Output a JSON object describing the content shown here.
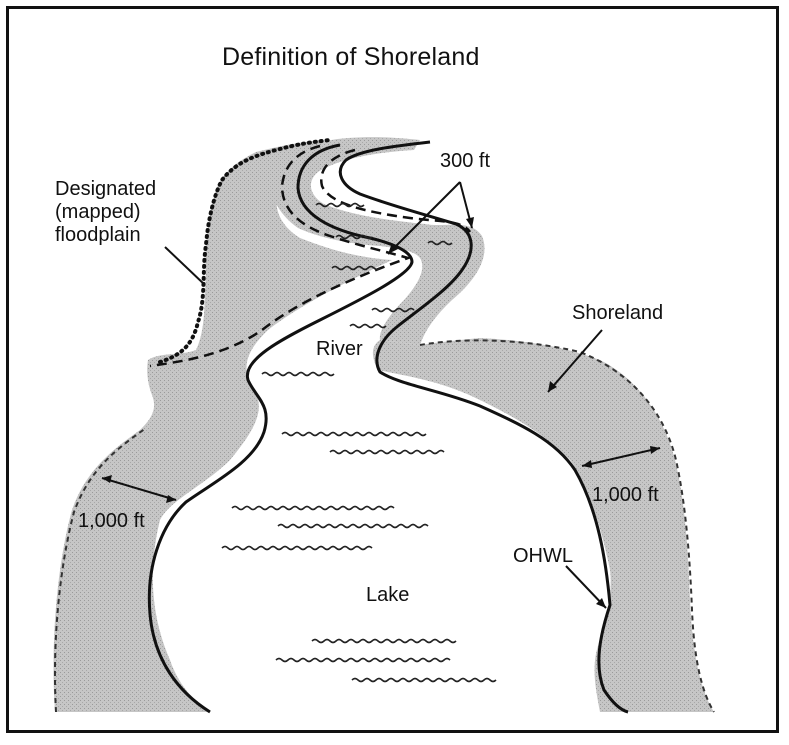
{
  "title": "Definition of Shoreland",
  "labels": {
    "floodplain": "Designated\n(mapped)\nfloodplain",
    "river_setback": "300 ft",
    "shoreland": "Shoreland",
    "river": "River",
    "lake": "Lake",
    "left_setback": "1,000 ft",
    "right_setback": "1,000 ft",
    "ohwl": "OHWL"
  },
  "colors": {
    "shoreland_fill": "#c4c4c4",
    "outline": "#111111",
    "background": "#ffffff"
  }
}
